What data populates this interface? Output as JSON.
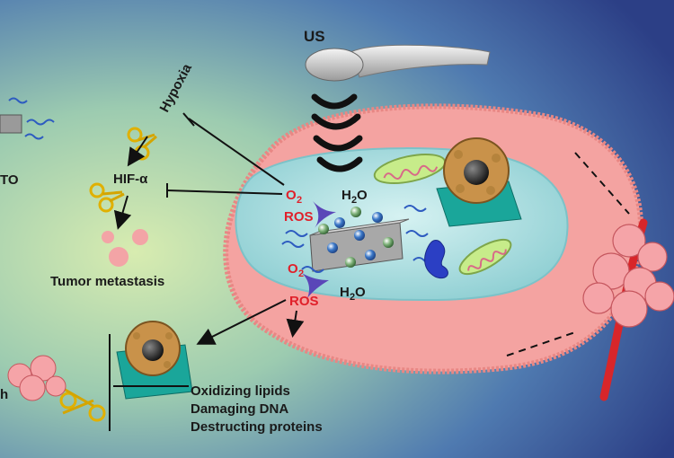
{
  "labels": {
    "us": "US",
    "hypoxia": "Hypoxia",
    "hif": "HIF-α",
    "tumor_metastasis": "Tumor metastasis",
    "o2_top": "O",
    "o2_top_sub": "2",
    "h2o_top": "H",
    "h2o_top_sub": "2",
    "h2o_top_end": "O",
    "ros_top": "ROS",
    "o2_bottom": "O",
    "o2_bottom_sub": "2",
    "ros_bottom": "ROS",
    "h2o_bottom": "H",
    "h2o_bottom_sub": "2",
    "h2o_bottom_end": "O",
    "left_partial_to": "TO",
    "left_partial_h": "h",
    "effects": [
      "Oxidizing lipids",
      "Damaging DNA",
      "Destructing proteins"
    ]
  },
  "colors": {
    "cell": "#f5a7a5",
    "nucleus": "#aee0e2",
    "label_red": "#e0202a",
    "arrow": "#111111",
    "background_left": "#c9e0a5",
    "background_right": "#2f4a8a"
  }
}
